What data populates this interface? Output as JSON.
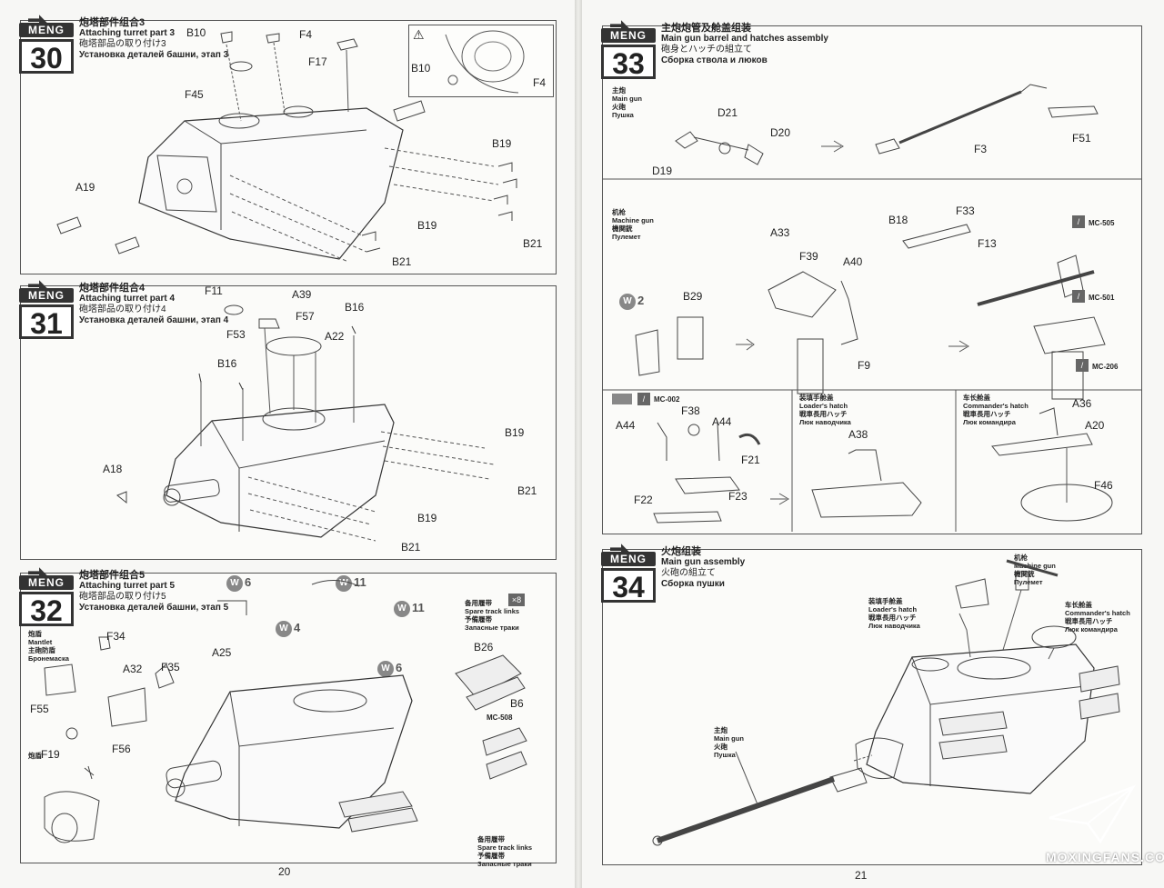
{
  "brand": "MENG",
  "left_page": {
    "page_number": "20",
    "steps": [
      {
        "number": "30",
        "title_zh": "炮塔部件组合3",
        "title_en": "Attaching turret part 3",
        "title_ja": "砲塔部品の取り付け3",
        "title_ru": "Установка деталей башни, этап 3",
        "parts": [
          "B10",
          "F4",
          "F17",
          "F45",
          "B19",
          "A19",
          "B19",
          "B21",
          "B21"
        ],
        "inset_parts": [
          "B10",
          "F4"
        ]
      },
      {
        "number": "31",
        "title_zh": "炮塔部件组合4",
        "title_en": "Attaching turret part 4",
        "title_ja": "砲塔部品の取り付け4",
        "title_ru": "Установка деталей башни, этап 4",
        "parts": [
          "F11",
          "A39",
          "B16",
          "F53",
          "F57",
          "A22",
          "B16",
          "A18",
          "B19",
          "B21",
          "B19",
          "B21"
        ]
      },
      {
        "number": "32",
        "title_zh": "炮塔部件组合5",
        "title_en": "Attaching turret part 5",
        "title_ja": "砲塔部品の取り付け5",
        "title_ru": "Установка деталей башни, этап 5",
        "mantlet_zh": "炮盾",
        "mantlet_en": "Mantlet",
        "mantlet_ja": "主砲防盾",
        "mantlet_ru": "Бронемаска",
        "parts": [
          "F34",
          "A32",
          "F35",
          "F55",
          "F19",
          "F56",
          "A25",
          "B26",
          "B6"
        ],
        "badges": [
          {
            "letter": "W",
            "num": "6"
          },
          {
            "letter": "W",
            "num": "11"
          },
          {
            "letter": "W",
            "num": "4"
          },
          {
            "letter": "W",
            "num": "11"
          },
          {
            "letter": "W",
            "num": "6"
          }
        ],
        "spare_zh": "备用履带",
        "spare_en": "Spare track links",
        "spare_ja": "予備履帯",
        "spare_ru": "Запасные траки",
        "spare_count": "×8",
        "mc_code": "MC-508",
        "gun_zh": "炮盾"
      }
    ]
  },
  "right_page": {
    "page_number": "21",
    "steps": [
      {
        "number": "33",
        "title_zh": "主炮炮管及舱盖组装",
        "title_en": "Main gun barrel and hatches assembly",
        "title_ja": "砲身とハッチの組立て",
        "title_ru": "Сборка ствола и люков",
        "main_gun": {
          "zh": "主炮",
          "en": "Main gun",
          "ja": "火砲",
          "ru": "Пушка"
        },
        "main_gun_parts": [
          "D21",
          "D20",
          "D19",
          "F3",
          "F51"
        ],
        "machine_gun": {
          "zh": "机枪",
          "en": "Machine gun",
          "ja": "機関銃",
          "ru": "Пулемет"
        },
        "mg_parts": [
          "B18",
          "F33",
          "F13",
          "A33",
          "F39",
          "A40",
          "B29",
          "F9"
        ],
        "mg_codes": [
          "MC-505",
          "MC-501",
          "MC-206"
        ],
        "mg_badge": {
          "letter": "W",
          "num": "2"
        },
        "paint_code": "MC-002",
        "hatch_parts": [
          "F38",
          "A44",
          "A44",
          "F21",
          "F23",
          "F22"
        ],
        "loaders_hatch": {
          "zh": "装填手舱盖",
          "en": "Loader's hatch",
          "ja": "戦車長用ハッチ",
          "ru": "Люк наводчика"
        },
        "loaders_part": "A38",
        "commanders_hatch": {
          "zh": "车长舱盖",
          "en": "Commander's hatch",
          "ja": "戦車長用ハッチ",
          "ru": "Люк командира"
        },
        "commander_parts": [
          "A36",
          "A20",
          "F46"
        ]
      },
      {
        "number": "34",
        "title_zh": "火炮组装",
        "title_en": "Main gun assembly",
        "title_ja": "火砲の組立て",
        "title_ru": "Сборка пушки",
        "machine_gun": {
          "zh": "机枪",
          "en": "Machine gun",
          "ja": "機関銃",
          "ru": "Пулемет"
        },
        "loaders_hatch": {
          "zh": "装填手舱盖",
          "en": "Loader's hatch",
          "ja": "戦車長用ハッチ",
          "ru": "Люк наводчика"
        },
        "commanders_hatch": {
          "zh": "车长舱盖",
          "en": "Commander's hatch",
          "ja": "戦車長用ハッチ",
          "ru": "Люк командира"
        },
        "main_gun": {
          "zh": "主炮",
          "en": "Main gun",
          "ja": "火砲",
          "ru": "Пушка"
        }
      }
    ]
  },
  "watermark": "MOXINGFANS.COM"
}
